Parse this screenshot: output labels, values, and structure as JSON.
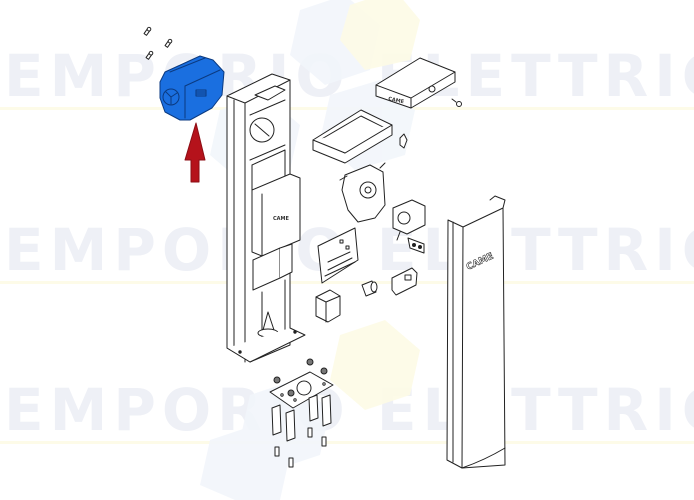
{
  "diagram": {
    "type": "exploded-parts-view",
    "highlighted_part": {
      "name": "blue housing cover",
      "color": "#1a6fe0"
    },
    "arrow": {
      "direction": "up",
      "color": "#b5121b"
    },
    "brand_labels": {
      "post_cover": "CAME",
      "control_box": "CAME",
      "column_plate": "CAME"
    },
    "parts": [
      "screws (3)",
      "highlighted housing cover",
      "barrier column / cabinet",
      "control box lid",
      "control box gasket frame",
      "lock key",
      "latch clip",
      "gear reducer",
      "motor",
      "control board",
      "transformer",
      "limit switch bracket",
      "limit switch",
      "release knob",
      "anchor base plate with nuts",
      "anchor bolts (4)",
      "anchor screws (4)",
      "front post cover"
    ]
  },
  "watermark": {
    "text": "EMPORIO ELETTRICO",
    "rows": [
      55,
      215,
      375
    ],
    "text_color": "#eef0f6",
    "underline_color": "#fdfbe8"
  }
}
